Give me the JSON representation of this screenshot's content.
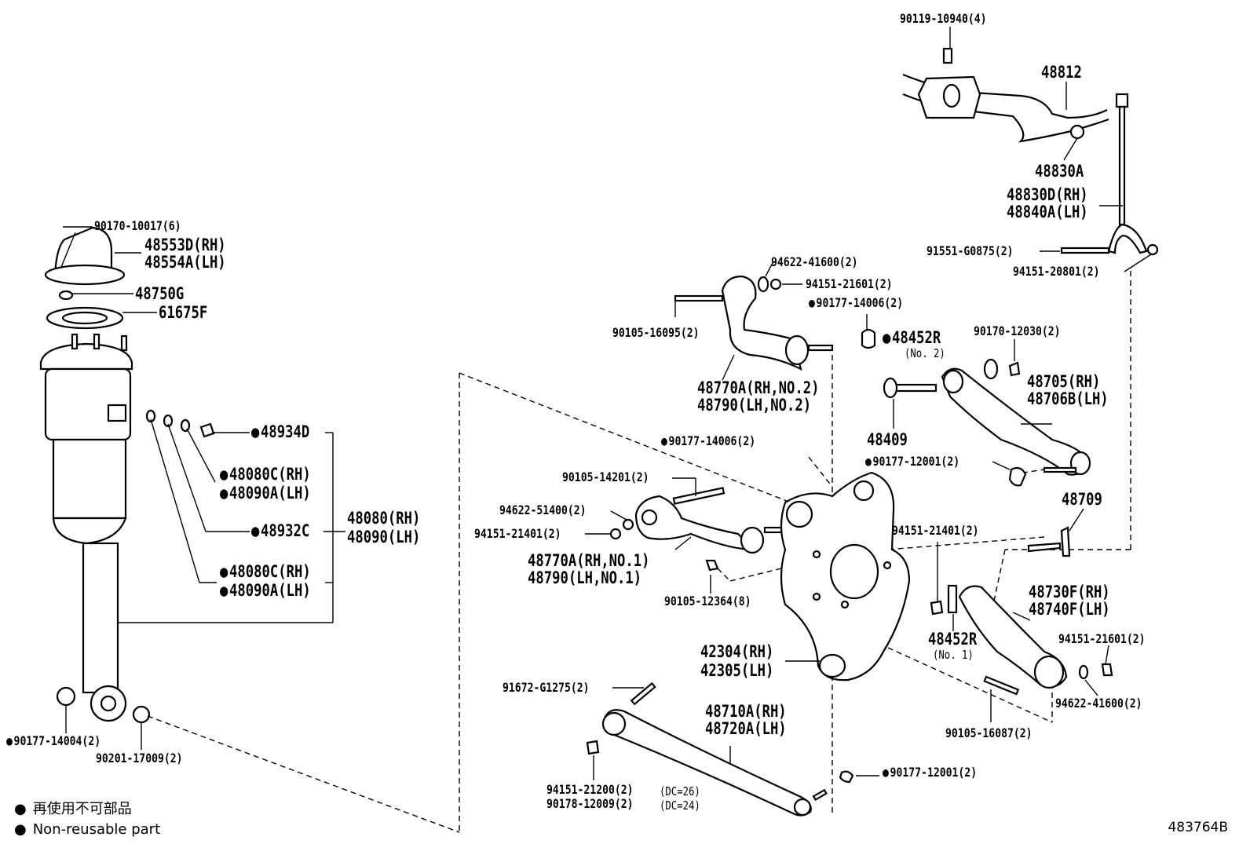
{
  "labels": {
    "stab_bolt": "90119-10940(4)",
    "stab_bar": "48812",
    "stab_bushing": "48830A",
    "stab_link_rh": "48830D(RH)",
    "stab_link_lh": "48840A(LH)",
    "link_bolt": "91551-G0875(2)",
    "link_nut": "94151-20801(2)",
    "mount_nut": "90170-10017(6)",
    "mount_cover_rh": "48553D(RH)",
    "mount_cover_lh": "48554A(LH)",
    "bumper": "48750G",
    "insulator": "61675F",
    "bleeder": "48934D",
    "oring1_rh": "48080C(RH)",
    "oring1_lh": "48090A(LH)",
    "ring": "48932C",
    "absorber_rh": "48080(RH)",
    "absorber_lh": "48090(LH)",
    "oring2_rh": "48080C(RH)",
    "oring2_lh": "48090A(LH)",
    "abs_nut": "90177-14004(2)",
    "abs_washer": "90201-17009(2)",
    "uarm2_washer": "94622-41600(2)",
    "uarm2_nut": "94151-21601(2)",
    "uarm2_nut2": "90177-14006(2)",
    "uarm2_bolt": "90105-16095(2)",
    "cam_plate": "48452R",
    "cam_plate_no2": "(No. 2)",
    "uarm2_rh": "48770A(RH,NO.2)",
    "uarm2_lh": "48790(LH,NO.2)",
    "toe_nut": "90170-12030(2)",
    "toe_arm_rh": "48705(RH)",
    "toe_arm_lh": "48706B(LH)",
    "cam_bolt": "48409",
    "knuckle_nut": "90177-14006(2)",
    "toe_nut2": "90177-12001(2)",
    "uarm1_bolt": "90105-14201(2)",
    "uarm1_washer": "94622-51400(2)",
    "uarm1_nut": "94151-21401(2)",
    "bracket": "48709",
    "low_nut": "94151-21401(2)",
    "uarm1_rh": "48770A(RH,NO.1)",
    "uarm1_lh": "48790(LH,NO.1)",
    "knuckle_bolt": "90105-12364(8)",
    "larm_rh": "48730F(RH)",
    "larm_lh": "48740F(LH)",
    "cam_plate_b": "48452R",
    "cam_plate_no1": "(No. 1)",
    "larm_nut": "94151-21601(2)",
    "knuckle_rh": "42304(RH)",
    "knuckle_lh": "42305(LH)",
    "trail_bolt": "91672-G1275(2)",
    "trail_rh": "48710A(RH)",
    "trail_lh": "48720A(LH)",
    "larm_washer": "94622-41600(2)",
    "larm_bolt": "90105-16087(2)",
    "trail_nut_far": "90177-12001(2)",
    "trail_nut1": "94151-21200(2)",
    "trail_nut1_dc": "(DC=26)",
    "trail_nut2": "90178-12009(2)",
    "trail_nut2_dc": "(DC=24)"
  },
  "legend": {
    "jp": "再使用不可部品",
    "en": "Non-reusable part"
  },
  "figure_id": "483764B"
}
